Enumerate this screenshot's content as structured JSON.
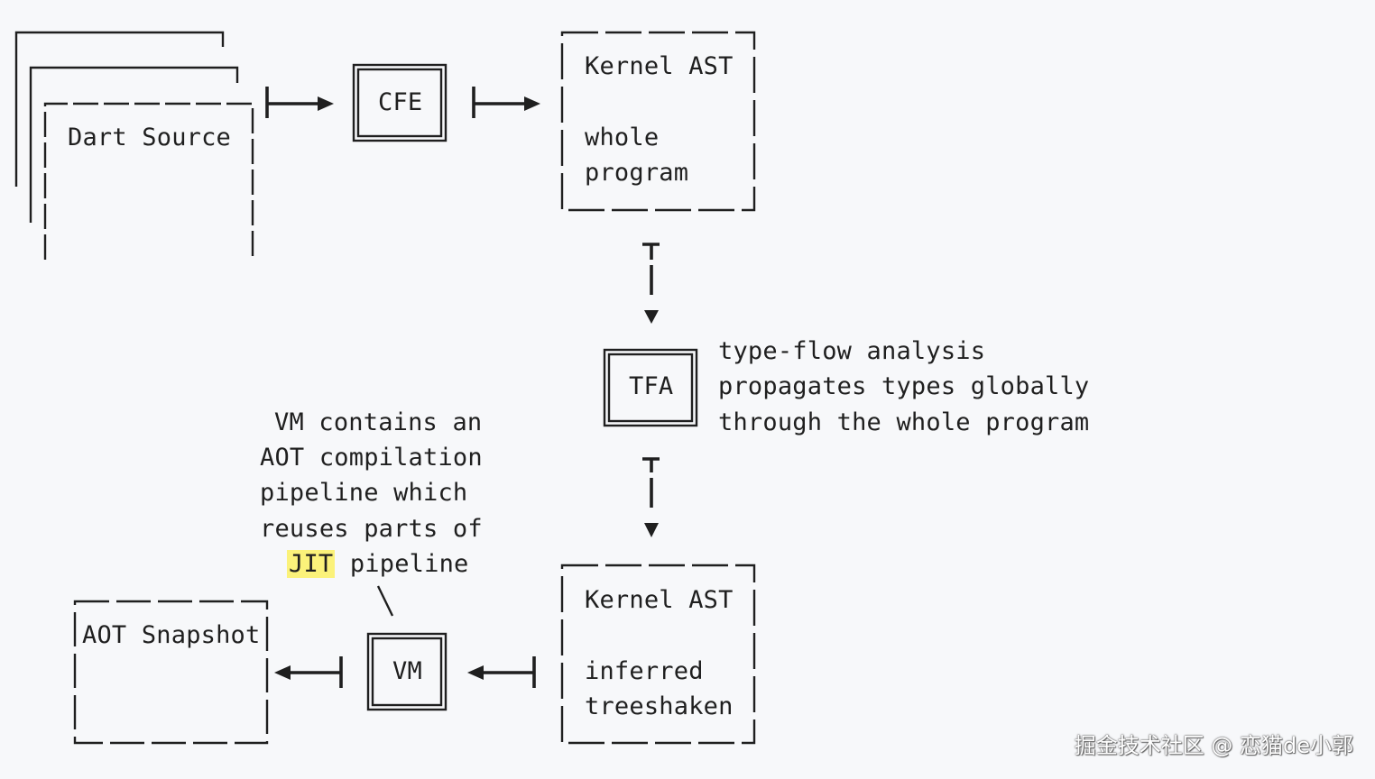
{
  "nodes": {
    "dart_source": "Dart Source",
    "cfe": "CFE",
    "kernel_ast_1": {
      "title": "Kernel AST",
      "line1": "whole",
      "line2": "program"
    },
    "tfa": "TFA",
    "kernel_ast_2": {
      "title": "Kernel AST",
      "line1": "inferred",
      "line2": "treeshaken"
    },
    "vm": "VM",
    "aot_snapshot": "AOT Snapshot"
  },
  "annotations": {
    "tfa_note": [
      "type-flow analysis",
      "propagates types globally",
      "through the whole program"
    ],
    "vm_note": {
      "line1": "VM contains an",
      "line2": "AOT compilation",
      "line3": "pipeline which",
      "line4": "reuses parts of",
      "highlight": "JIT",
      "line5_rest": " pipeline"
    }
  },
  "watermark": "掘金技术社区 @ 恋猫de小郭",
  "colors": {
    "background": "#f7f8fa",
    "stroke": "#1f1f1f",
    "highlight": "#fbf27a"
  }
}
